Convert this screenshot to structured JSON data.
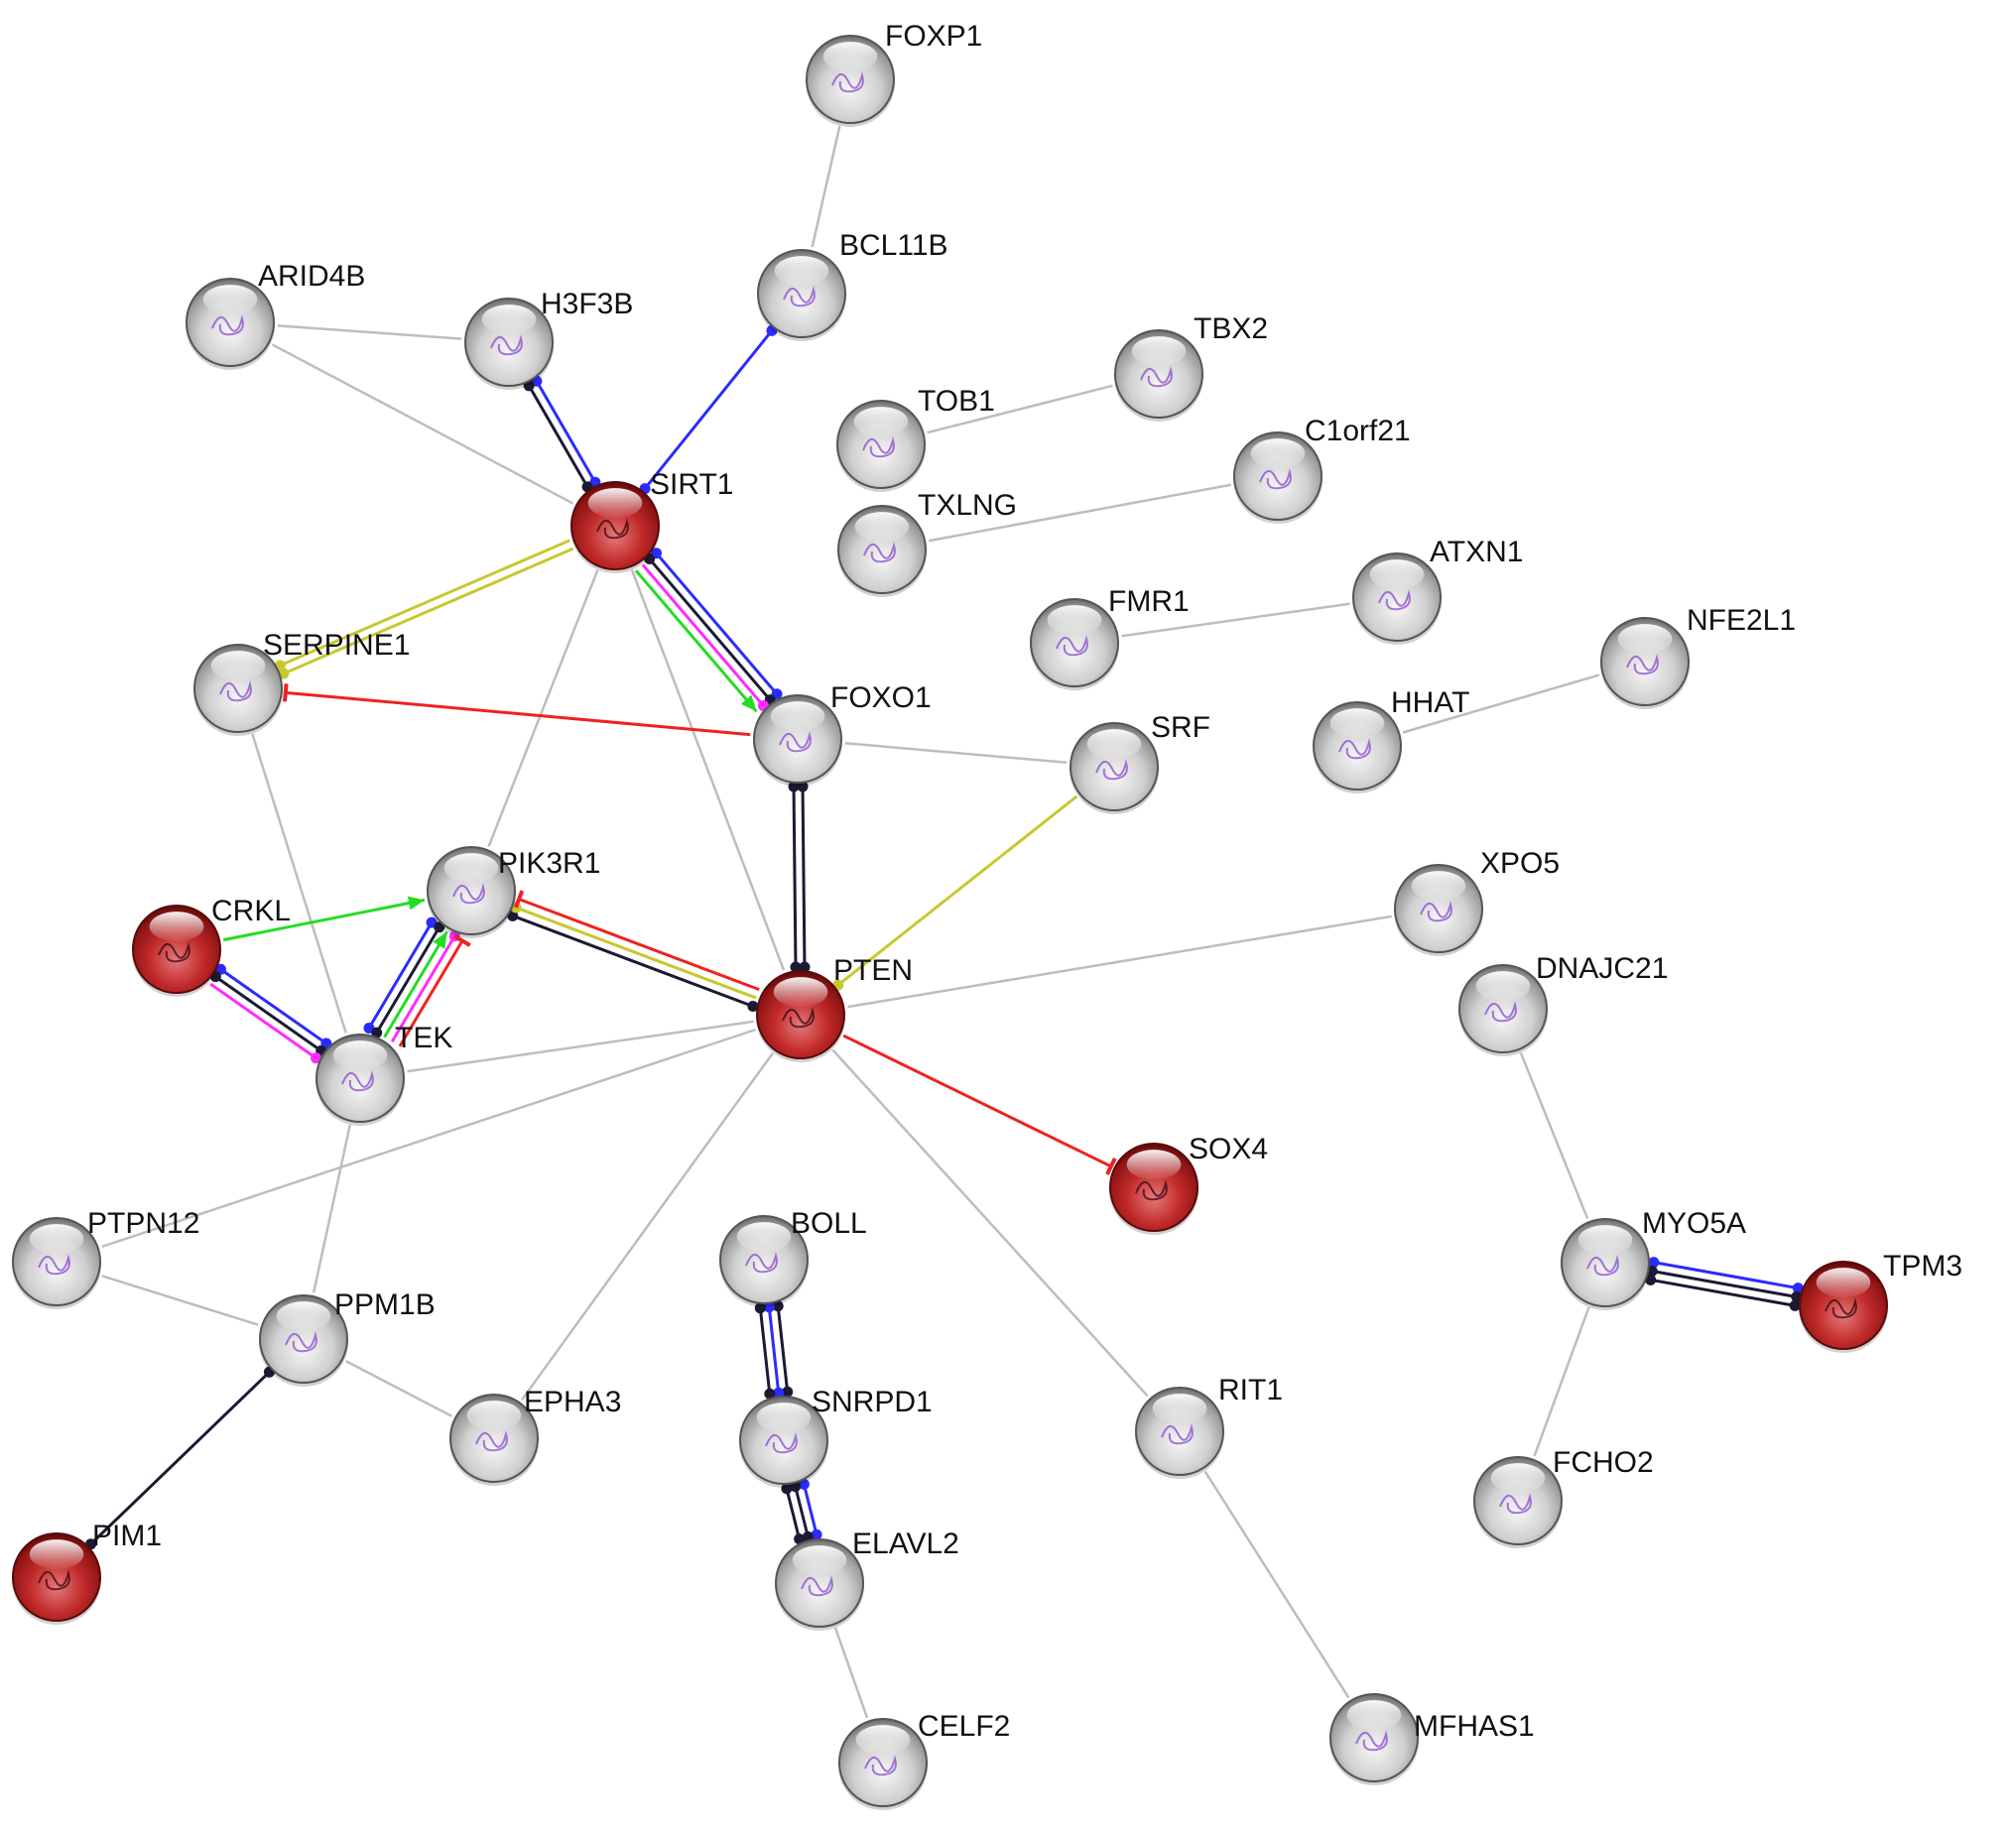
{
  "nodes": [
    {
      "id": "FOXP1",
      "label": "FOXP1",
      "color": "grey"
    },
    {
      "id": "BCL11B",
      "label": "BCL11B",
      "color": "grey"
    },
    {
      "id": "ARID4B",
      "label": "ARID4B",
      "color": "grey"
    },
    {
      "id": "H3F3B",
      "label": "H3F3B",
      "color": "grey"
    },
    {
      "id": "SIRT1",
      "label": "SIRT1",
      "color": "red"
    },
    {
      "id": "TBX2",
      "label": "TBX2",
      "color": "grey"
    },
    {
      "id": "TOB1",
      "label": "TOB1",
      "color": "grey"
    },
    {
      "id": "C1orf21",
      "label": "C1orf21",
      "color": "grey"
    },
    {
      "id": "TXLNG",
      "label": "TXLNG",
      "color": "grey"
    },
    {
      "id": "ATXN1",
      "label": "ATXN1",
      "color": "grey"
    },
    {
      "id": "FMR1",
      "label": "FMR1",
      "color": "grey"
    },
    {
      "id": "NFE2L1",
      "label": "NFE2L1",
      "color": "grey"
    },
    {
      "id": "SERPINE1",
      "label": "SERPINE1",
      "color": "grey"
    },
    {
      "id": "FOXO1",
      "label": "FOXO1",
      "color": "grey"
    },
    {
      "id": "SRF",
      "label": "SRF",
      "color": "grey"
    },
    {
      "id": "HHAT",
      "label": "HHAT",
      "color": "grey"
    },
    {
      "id": "PIK3R1",
      "label": "PIK3R1",
      "color": "grey"
    },
    {
      "id": "CRKL",
      "label": "CRKL",
      "color": "red"
    },
    {
      "id": "XPO5",
      "label": "XPO5",
      "color": "grey"
    },
    {
      "id": "PTEN",
      "label": "PTEN",
      "color": "red"
    },
    {
      "id": "DNAJC21",
      "label": "DNAJC21",
      "color": "grey"
    },
    {
      "id": "TEK",
      "label": "TEK",
      "color": "grey"
    },
    {
      "id": "SOX4",
      "label": "SOX4",
      "color": "red"
    },
    {
      "id": "PTPN12",
      "label": "PTPN12",
      "color": "grey"
    },
    {
      "id": "BOLL",
      "label": "BOLL",
      "color": "grey"
    },
    {
      "id": "MYO5A",
      "label": "MYO5A",
      "color": "grey"
    },
    {
      "id": "TPM3",
      "label": "TPM3",
      "color": "red"
    },
    {
      "id": "PPM1B",
      "label": "PPM1B",
      "color": "grey"
    },
    {
      "id": "EPHA3",
      "label": "EPHA3",
      "color": "grey"
    },
    {
      "id": "SNRPD1",
      "label": "SNRPD1",
      "color": "grey"
    },
    {
      "id": "RIT1",
      "label": "RIT1",
      "color": "grey"
    },
    {
      "id": "FCHO2",
      "label": "FCHO2",
      "color": "grey"
    },
    {
      "id": "PIM1",
      "label": "PIM1",
      "color": "red"
    },
    {
      "id": "ELAVL2",
      "label": "ELAVL2",
      "color": "grey"
    },
    {
      "id": "CELF2",
      "label": "CELF2",
      "color": "grey"
    },
    {
      "id": "MFHAS1",
      "label": "MFHAS1",
      "color": "grey"
    }
  ],
  "edges": [
    {
      "source": "FOXP1",
      "target": "BCL11B",
      "kinds": [
        "association"
      ]
    },
    {
      "source": "BCL11B",
      "target": "SIRT1",
      "kinds": [
        "binding"
      ]
    },
    {
      "source": "ARID4B",
      "target": "H3F3B",
      "kinds": [
        "association"
      ]
    },
    {
      "source": "ARID4B",
      "target": "SIRT1",
      "kinds": [
        "association"
      ]
    },
    {
      "source": "H3F3B",
      "target": "SIRT1",
      "kinds": [
        "binding",
        "reaction"
      ]
    },
    {
      "source": "TOB1",
      "target": "TBX2",
      "kinds": [
        "association"
      ]
    },
    {
      "source": "TXLNG",
      "target": "C1orf21",
      "kinds": [
        "association"
      ]
    },
    {
      "source": "FMR1",
      "target": "ATXN1",
      "kinds": [
        "association"
      ]
    },
    {
      "source": "HHAT",
      "target": "NFE2L1",
      "kinds": [
        "association"
      ]
    },
    {
      "source": "SIRT1",
      "target": "SERPINE1",
      "kinds": [
        "expression",
        "expression"
      ]
    },
    {
      "source": "SIRT1",
      "target": "FOXO1",
      "kinds": [
        "binding",
        "reaction",
        "catalysis",
        "activation"
      ]
    },
    {
      "source": "SIRT1",
      "target": "PIK3R1",
      "kinds": [
        "association"
      ]
    },
    {
      "source": "SIRT1",
      "target": "PTEN",
      "kinds": [
        "association"
      ]
    },
    {
      "source": "FOXO1",
      "target": "SERPINE1",
      "kinds": [
        "inhibition"
      ]
    },
    {
      "source": "FOXO1",
      "target": "SRF",
      "kinds": [
        "association"
      ]
    },
    {
      "source": "FOXO1",
      "target": "PTEN",
      "kinds": [
        "reaction",
        "reaction"
      ]
    },
    {
      "source": "SRF",
      "target": "PTEN",
      "kinds": [
        "expression"
      ]
    },
    {
      "source": "SERPINE1",
      "target": "TEK",
      "kinds": [
        "association"
      ]
    },
    {
      "source": "CRKL",
      "target": "PIK3R1",
      "kinds": [
        "activation"
      ]
    },
    {
      "source": "CRKL",
      "target": "TEK",
      "kinds": [
        "binding",
        "reaction",
        "catalysis"
      ]
    },
    {
      "source": "TEK",
      "target": "PIK3R1",
      "kinds": [
        "binding",
        "reaction",
        "activation",
        "catalysis",
        "inhibition"
      ]
    },
    {
      "source": "PTEN",
      "target": "PIK3R1",
      "kinds": [
        "reaction",
        "expression",
        "inhibition"
      ]
    },
    {
      "source": "PTEN",
      "target": "XPO5",
      "kinds": [
        "association"
      ]
    },
    {
      "source": "PTEN",
      "target": "TEK",
      "kinds": [
        "association"
      ]
    },
    {
      "source": "PTEN",
      "target": "SOX4",
      "kinds": [
        "inhibition"
      ]
    },
    {
      "source": "PTEN",
      "target": "PTPN12",
      "kinds": [
        "association"
      ]
    },
    {
      "source": "PTEN",
      "target": "EPHA3",
      "kinds": [
        "association"
      ]
    },
    {
      "source": "PTEN",
      "target": "RIT1",
      "kinds": [
        "association"
      ]
    },
    {
      "source": "TEK",
      "target": "PPM1B",
      "kinds": [
        "association"
      ]
    },
    {
      "source": "PTPN12",
      "target": "PPM1B",
      "kinds": [
        "association"
      ]
    },
    {
      "source": "PPM1B",
      "target": "EPHA3",
      "kinds": [
        "association"
      ]
    },
    {
      "source": "PPM1B",
      "target": "PIM1",
      "kinds": [
        "reaction"
      ]
    },
    {
      "source": "DNAJC21",
      "target": "MYO5A",
      "kinds": [
        "association"
      ]
    },
    {
      "source": "MYO5A",
      "target": "TPM3",
      "kinds": [
        "binding",
        "reaction",
        "reaction"
      ]
    },
    {
      "source": "MYO5A",
      "target": "FCHO2",
      "kinds": [
        "association"
      ]
    },
    {
      "source": "BOLL",
      "target": "SNRPD1",
      "kinds": [
        "reaction",
        "binding",
        "reaction"
      ]
    },
    {
      "source": "SNRPD1",
      "target": "ELAVL2",
      "kinds": [
        "binding",
        "reaction",
        "reaction"
      ]
    },
    {
      "source": "ELAVL2",
      "target": "CELF2",
      "kinds": [
        "association"
      ]
    },
    {
      "source": "RIT1",
      "target": "MFHAS1",
      "kinds": [
        "association"
      ]
    }
  ],
  "edge_colors": {
    "association": "#bdbdbd",
    "binding": "#2b2bff",
    "reaction": "#1a1a33",
    "catalysis": "#ff2bff",
    "activation": "#22dd22",
    "inhibition": "#ee2222",
    "expression": "#c8c830"
  },
  "node_colors": {
    "grey": "#c4c4c4",
    "red": "#b81c1c"
  }
}
